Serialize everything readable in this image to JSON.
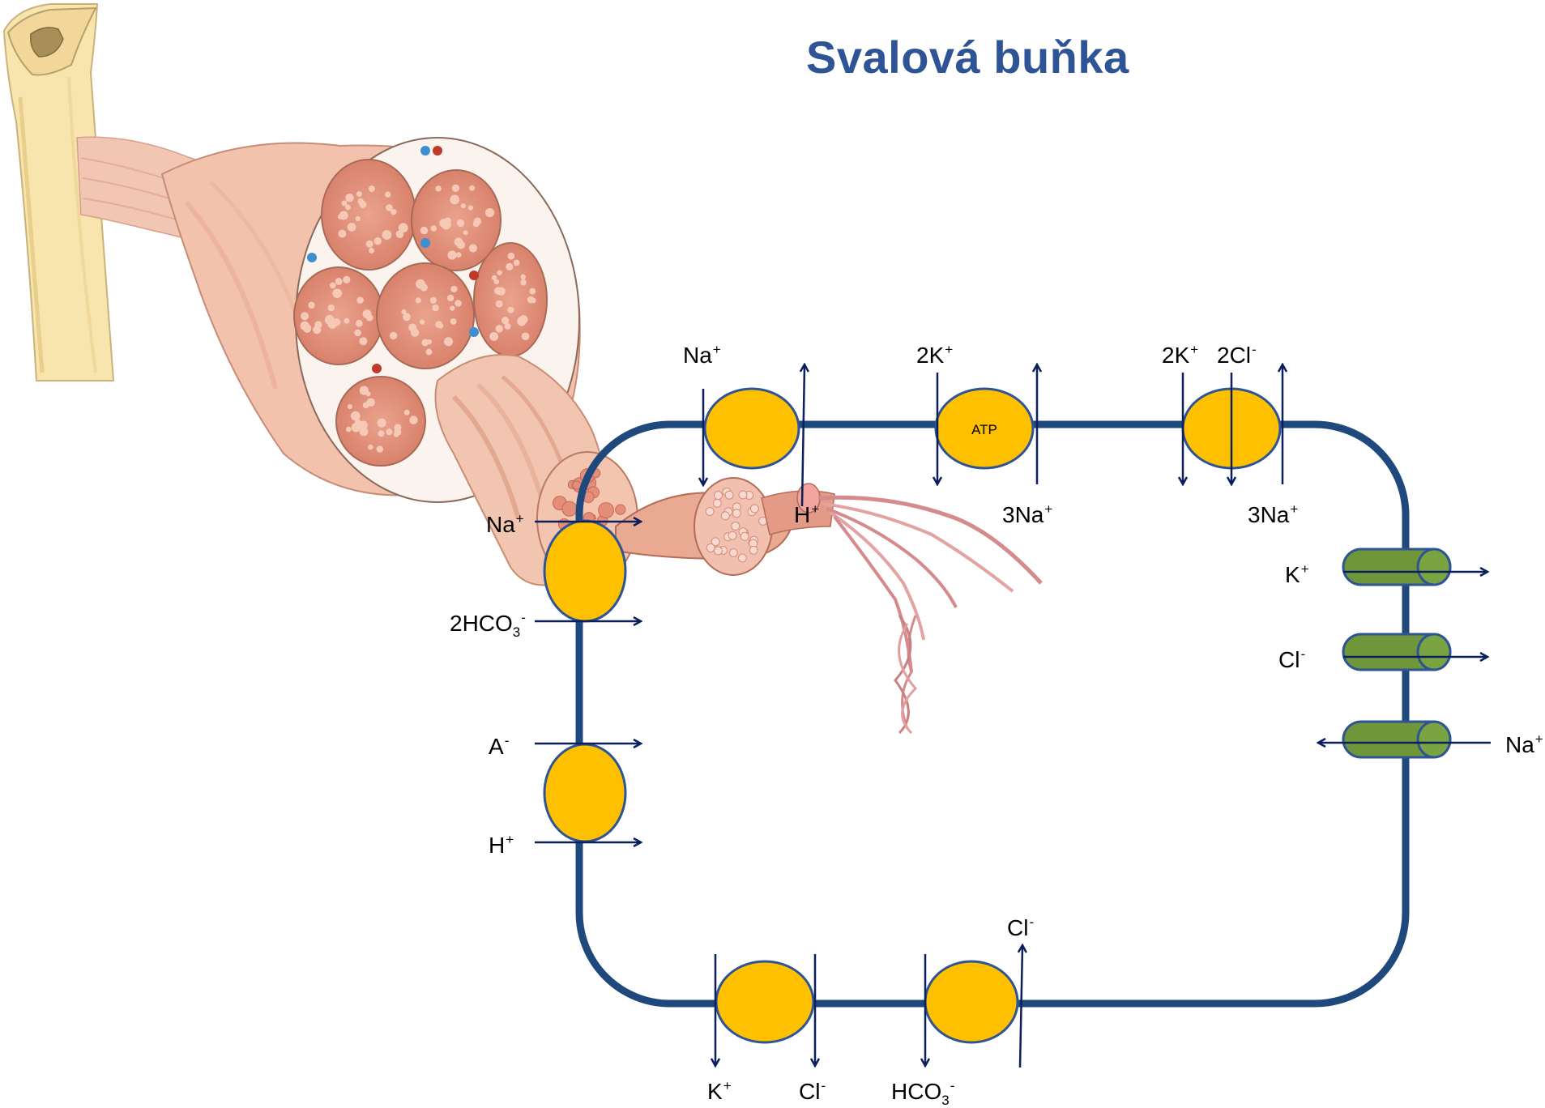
{
  "title": "Svalová buňka",
  "colors": {
    "membrane": "#1f497d",
    "arrow": "#0a1f5c",
    "transporter_fill": "#ffc000",
    "transporter_stroke": "#2f5496",
    "channel_fill": "#70963a",
    "title": "#2f5496",
    "bone": "#f7e0a6",
    "muscle": "#e8a98e"
  },
  "illustration": {
    "subject": "muscle-anatomy-illustration",
    "parts": [
      "bone-icon",
      "tendon-icon",
      "muscle-cross-section-icon",
      "muscle-fiber-bundle-icon",
      "myofibril-icon"
    ]
  },
  "transporters": {
    "top_nah": {
      "in": "Na",
      "in_charge": "+",
      "out": "H",
      "out_charge": "+"
    },
    "top_nak_atpase": {
      "in": "2K",
      "in_charge": "+",
      "out": "3Na",
      "out_charge": "+",
      "center_label": "ATP"
    },
    "top_nkcc": {
      "k": "2K",
      "k_charge": "+",
      "cl": "2Cl",
      "cl_charge": "-",
      "na": "3Na",
      "na_charge": "+"
    },
    "left_nbc": {
      "na": "Na",
      "na_charge": "+",
      "hco3_prefix": "2HCO",
      "hco3_sub": "3",
      "hco3_charge": "-"
    },
    "left_mct": {
      "a": "A",
      "a_charge": "-",
      "h": "H",
      "h_charge": "+"
    },
    "bottom_kcc": {
      "k": "K",
      "k_charge": "+",
      "cl": "Cl",
      "cl_charge": "-"
    },
    "bottom_ae": {
      "cl": "Cl",
      "cl_charge": "-",
      "hco3_prefix": "HCO",
      "hco3_sub": "3",
      "hco3_charge": "-"
    }
  },
  "channels": [
    {
      "ion": "K",
      "charge": "+"
    },
    {
      "ion": "Cl",
      "charge": "-"
    },
    {
      "ion": "Na",
      "charge": "+"
    }
  ]
}
